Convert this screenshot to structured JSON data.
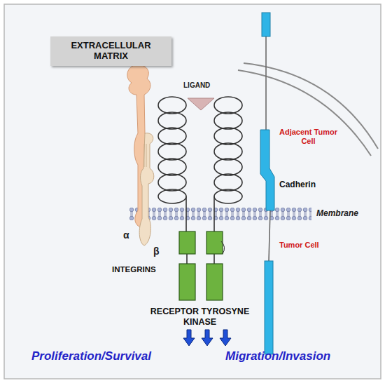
{
  "diagram": {
    "nodes": [
      {
        "text": [
          "EXTRACELLULAR MATRIX"
        ]
      }
    ],
    "labels": [
      "LIGAND",
      "Adjacent Tumor Cell",
      "Cadherin",
      "Membrane",
      "α",
      "Tumor Cell",
      "β",
      "INTEGRINS",
      "RECEPTOR TYROSYNE KINASE",
      "Proliferation/Survival",
      "Migration/Invasion"
    ]
  }
}
